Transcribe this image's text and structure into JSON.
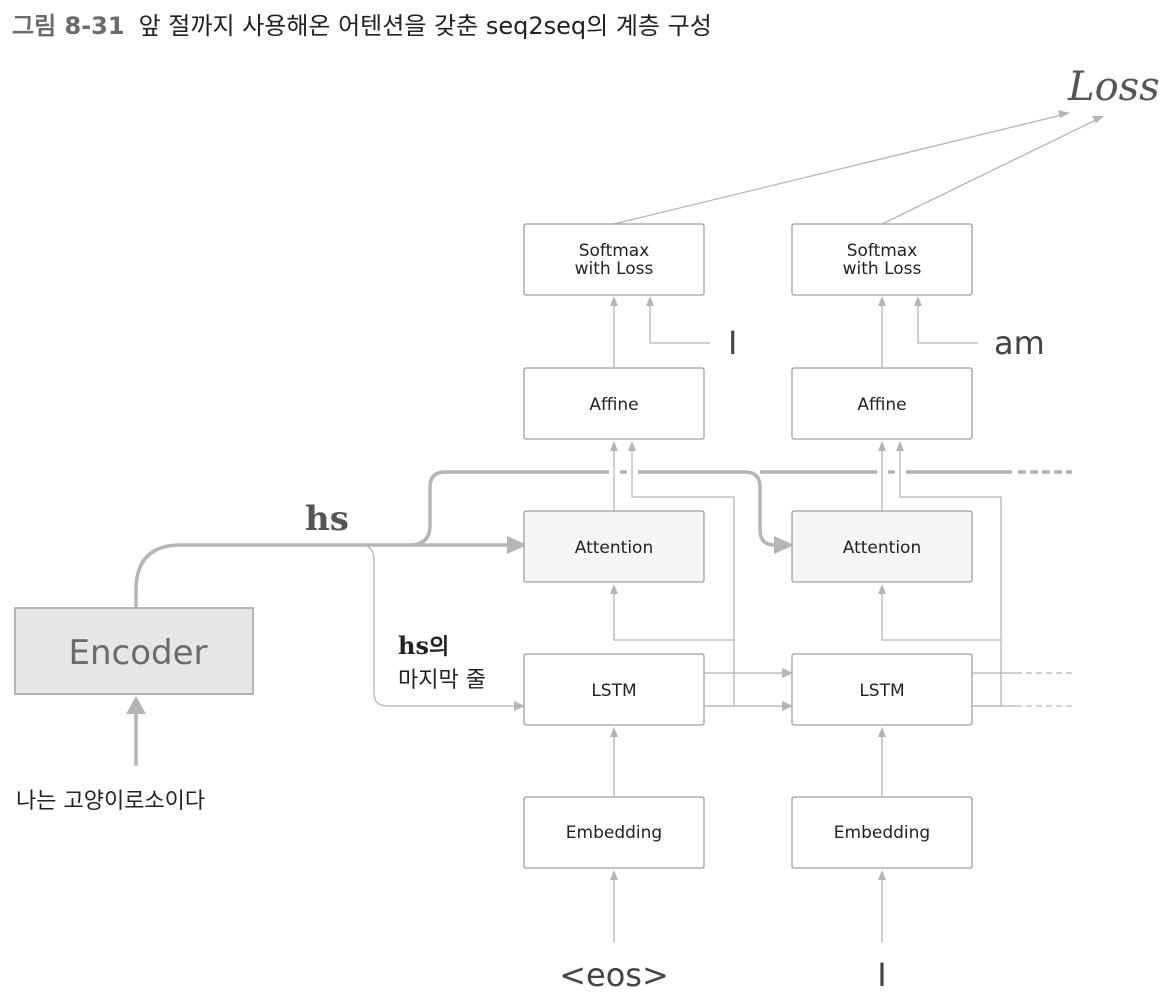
{
  "caption": {
    "figure_number": "그림 8-31",
    "title": "앞 절까지 사용해온 어텐션을 갖춘 seq2seq의 계층 구성"
  },
  "encoder": {
    "label": "Encoder",
    "input_text": "나는 고양이로소이다"
  },
  "hs_label": "hs",
  "hs_last_line": {
    "hs": "hs",
    "suffix": "의",
    "line2": "마지막 줄"
  },
  "loss_label": "Loss",
  "columns": [
    {
      "softmax_line1": "Softmax",
      "softmax_line2": "with Loss",
      "target": "I",
      "affine": "Affine",
      "attention": "Attention",
      "lstm": "LSTM",
      "embedding": "Embedding",
      "input": "<eos>"
    },
    {
      "softmax_line1": "Softmax",
      "softmax_line2": "with Loss",
      "target": "am",
      "affine": "Affine",
      "attention": "Attention",
      "lstm": "LSTM",
      "embedding": "Embedding",
      "input": "I"
    }
  ]
}
